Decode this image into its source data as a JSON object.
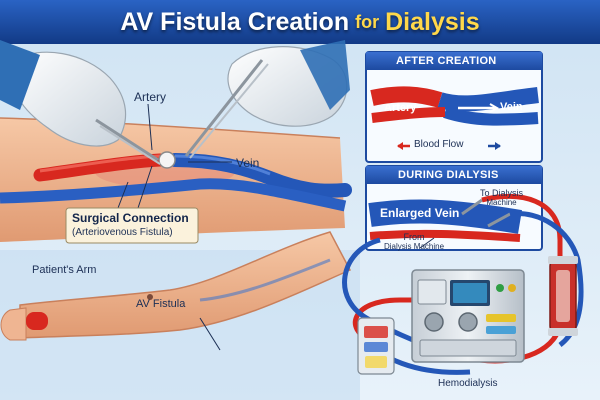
{
  "title": {
    "part1": "AV Fistula Creation",
    "part2": "for",
    "part3": "Dialysis"
  },
  "surgery": {
    "artery_label": "Artery",
    "vein_label": "Vein",
    "connection_title": "Surgical Connection",
    "connection_subtitle": "(Arteriovenous Fistula)"
  },
  "patient_arm": {
    "label": "Patient's Arm",
    "fistula_label": "AV Fistula"
  },
  "after_creation": {
    "header": "AFTER CREATION",
    "artery_label": "Artery",
    "vein_label": "Vein",
    "flow_label": "Blood Flow"
  },
  "during_dialysis": {
    "header": "DURING DIALYSIS",
    "enlarged_vein_label": "Enlarged Vein",
    "to_machine_line1": "To Dialysis",
    "to_machine_line2": "Machine",
    "from_machine_line1": "From",
    "from_machine_line2": "Dialysis Machine",
    "machine_label": "Hemodialysis"
  },
  "colors": {
    "artery": "#d8281f",
    "vein": "#2457b8",
    "header_blue": "#1d4aa0",
    "title_yellow": "#ffd84a"
  }
}
